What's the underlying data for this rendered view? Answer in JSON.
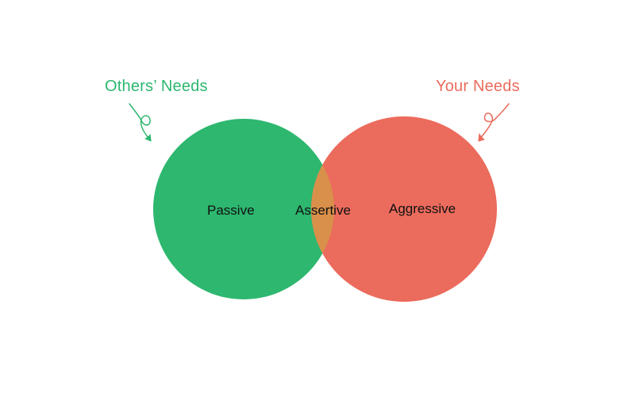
{
  "diagram": {
    "others_needs": {
      "text": "Others’ Needs",
      "color": "#2db76f"
    },
    "your_needs": {
      "text": "Your Needs",
      "color": "#eb6b5c"
    },
    "regions": {
      "passive": "Passive",
      "assertive": "Assertive",
      "aggressive": "Aggressive"
    },
    "overlap_color": "#d9904b"
  }
}
